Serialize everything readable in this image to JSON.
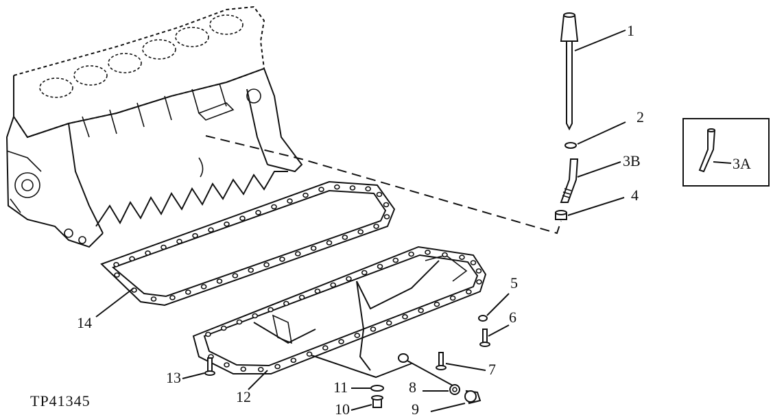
{
  "figure_code": "TP41345",
  "callouts": {
    "dipstick": "1",
    "dipstick_seal": "2",
    "dipstick_tube_b": "3B",
    "dipstick_tube_a": "3A",
    "tube_grommet": "4",
    "drain_washer_5": "5",
    "screw_6": "6",
    "screw_7": "7",
    "o_ring_8": "8",
    "plug_9": "9",
    "plug_10": "10",
    "washer_11": "11",
    "oil_pan": "12",
    "screw_13": "13",
    "pan_gasket": "14"
  }
}
